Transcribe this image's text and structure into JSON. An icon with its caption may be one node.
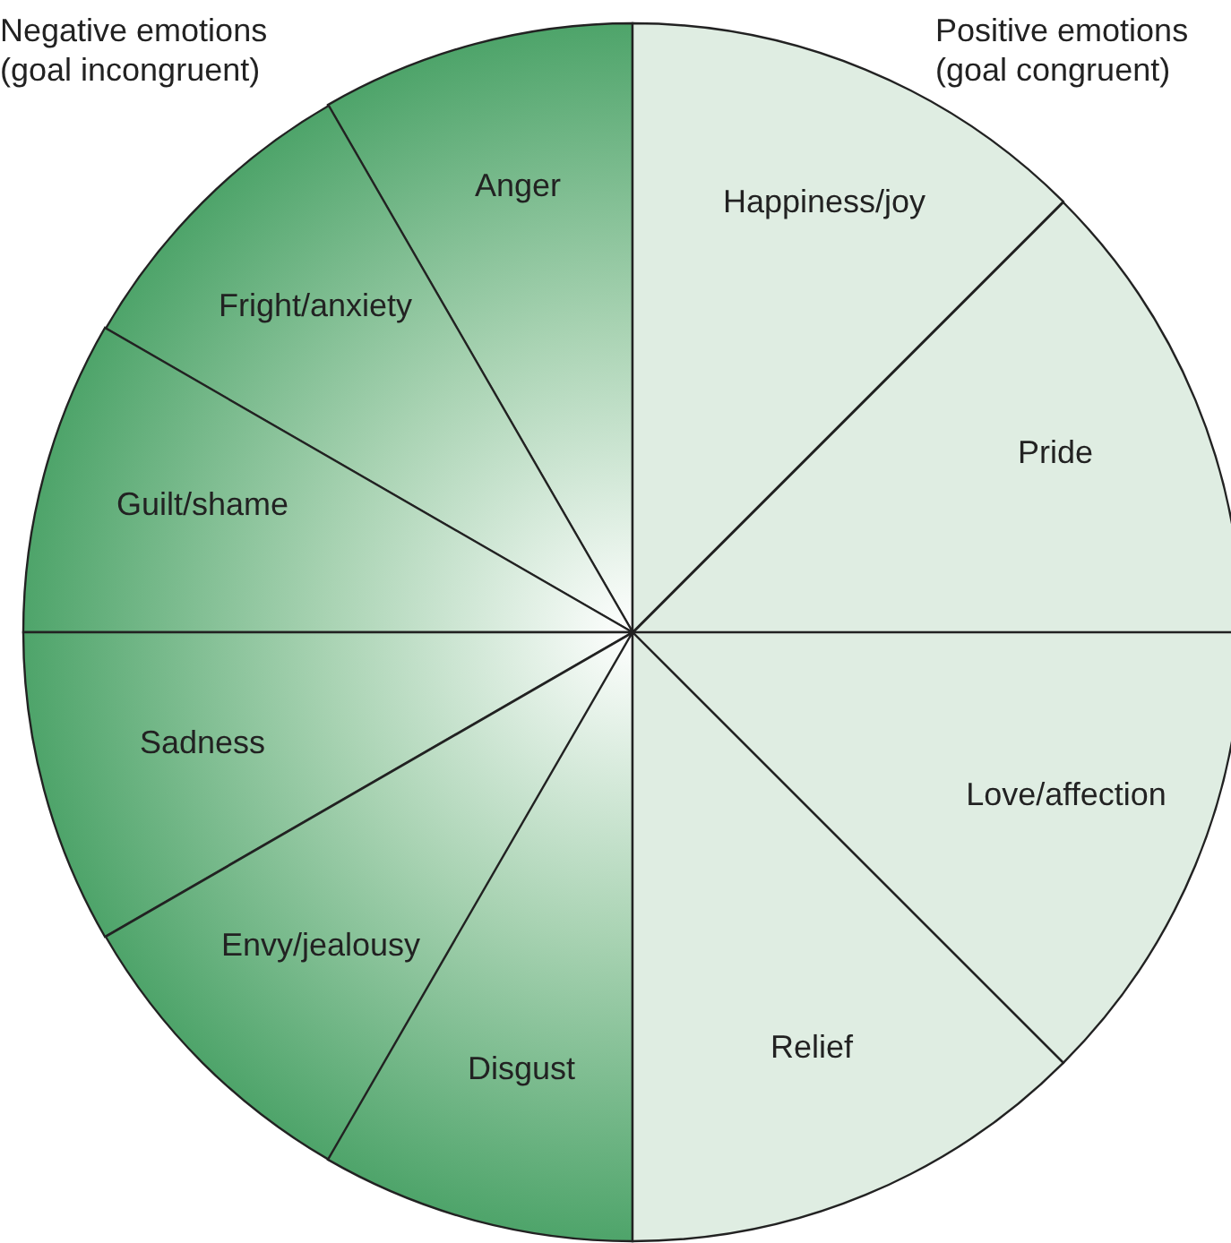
{
  "diagram": {
    "nodes": [
      {
        "text": [
          "Anger"
        ]
      },
      {
        "text": [
          "Fright/anxiety"
        ]
      },
      {
        "text": [
          "Guilt/shame"
        ]
      },
      {
        "text": [
          "Sadness"
        ]
      },
      {
        "text": [
          "Envy/jealousy"
        ]
      },
      {
        "text": [
          "Disgust"
        ]
      },
      {
        "text": [
          "Happiness/joy"
        ]
      },
      {
        "text": [
          "Pride"
        ]
      },
      {
        "text": [
          "Love/affection"
        ]
      },
      {
        "text": [
          "Relief"
        ]
      }
    ],
    "edges": [],
    "labels": [
      "Negative emotions (goal incongruent)",
      "Positive emotions (goal congruent)"
    ]
  }
}
